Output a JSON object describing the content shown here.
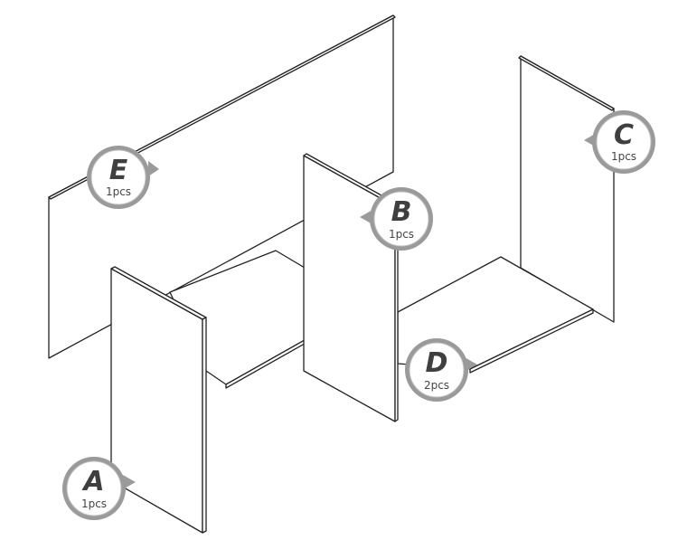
{
  "parts": [
    {
      "id": "E",
      "letter": "E",
      "quantity": "1pcs"
    },
    {
      "id": "B",
      "letter": "B",
      "quantity": "1pcs"
    },
    {
      "id": "C",
      "letter": "C",
      "quantity": "1pcs"
    },
    {
      "id": "D",
      "letter": "D",
      "quantity": "2pcs"
    },
    {
      "id": "A",
      "letter": "A",
      "quantity": "1pcs"
    }
  ]
}
